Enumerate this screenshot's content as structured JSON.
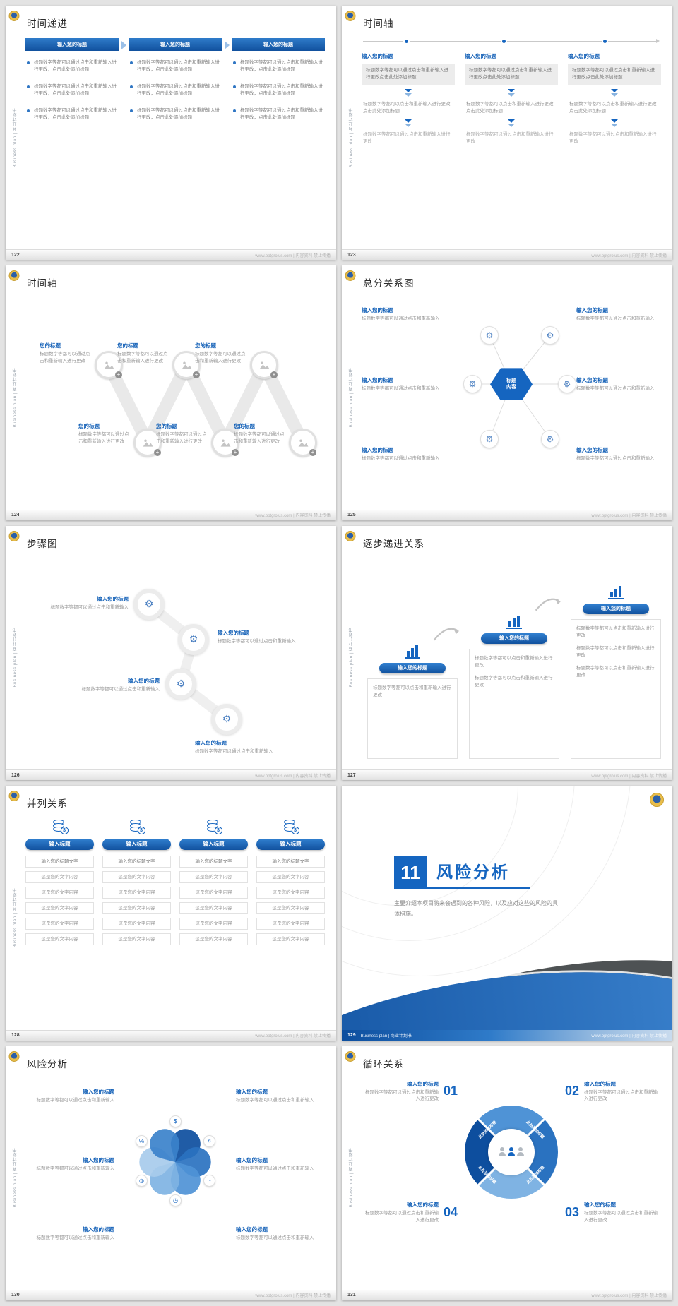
{
  "common": {
    "brand_vertical": "Business plan | 商业计划书",
    "footer_url": "www.pptgroius.com | 内容资料 禁止传播",
    "title_placeholder": "输入您的标题",
    "your_title": "您的标题",
    "enter_title_short": "输入标题",
    "body_full": "标题数字等都可以通过点击和重新输入进行更改，点击此处添加标题",
    "body_change_add": "标题数字等都可以通过点击和重新输入进行更改点击此处添加标题",
    "body_click_add": "标题数字等都可以点击和重新输入进行更改点击此处添加标题",
    "body_change": "标题数字等都可以通过点击和重新输入进行更改",
    "body_reenter": "标题数字等都可以通过点击和重新输入",
    "body_click_change": "标题数字等都可以点击和重新输入进行更改"
  },
  "icons": {
    "gear": "⚙",
    "plus": "+",
    "dollar": "$",
    "moneybag": "$",
    "coin": "¤",
    "piechart": "◔",
    "clock": "◷",
    "target": "◎",
    "percent": "%"
  },
  "colors": {
    "primary_blue": "#1565c0",
    "light_blue": "#7fb3e3",
    "swoosh_dark_gray": "#4e5254"
  },
  "slides": {
    "s122": {
      "page": "122",
      "title": "时间递进"
    },
    "s123": {
      "page": "123",
      "title": "时间轴"
    },
    "s124": {
      "page": "124",
      "title": "时间轴"
    },
    "s125": {
      "page": "125",
      "title": "总分关系图",
      "center_label": "标题内容"
    },
    "s126": {
      "page": "126",
      "title": "步骤图"
    },
    "s127": {
      "page": "127",
      "title": "逐步递进关系"
    },
    "s128": {
      "page": "128",
      "title": "并列关系",
      "box_header": "输入您的标题文字",
      "box_item": "这是您的文字内容"
    },
    "s129": {
      "page": "129",
      "number": "11",
      "title": "风险分析",
      "desc": "主要介绍本项目将来会遇到的各种风险，以及应对这些的风险的具体措施。",
      "footer_brand": "Business plan | 商业计划书"
    },
    "s130": {
      "page": "130",
      "title": "风险分析"
    },
    "s131": {
      "page": "131",
      "title": "循环关系",
      "seg_label": "此处添加标题",
      "num1": "01",
      "num2": "02",
      "num3": "03",
      "num4": "04"
    }
  }
}
